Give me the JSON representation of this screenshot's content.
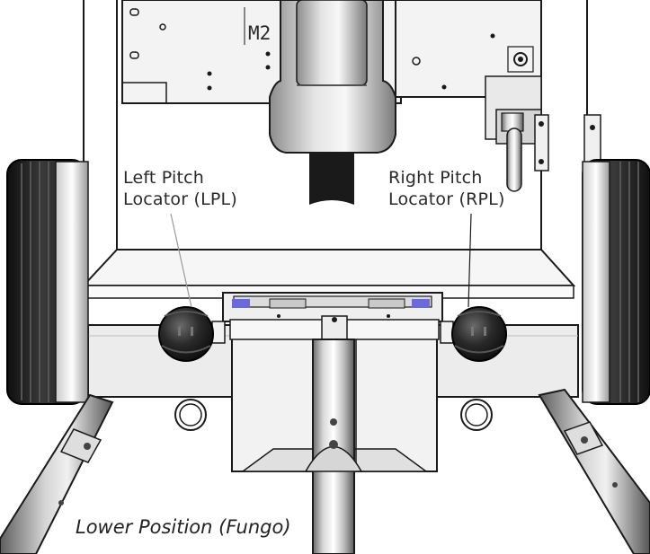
{
  "labels": {
    "left_locator_line1": "Left Pitch",
    "left_locator_line2": "Locator (LPL)",
    "right_locator_line1": "Right Pitch",
    "right_locator_line2": "Locator (RPL)",
    "panel_marking": "M2",
    "caption": "Lower Position (Fungo)"
  },
  "colors": {
    "line": "#1a1a1a",
    "panel": "#f4f4f4",
    "metal_light": "#e6e6e6",
    "metal_dark": "#6e6e6e",
    "tire": "#1e1e1e",
    "accent_blue": "#6a6ad8"
  }
}
